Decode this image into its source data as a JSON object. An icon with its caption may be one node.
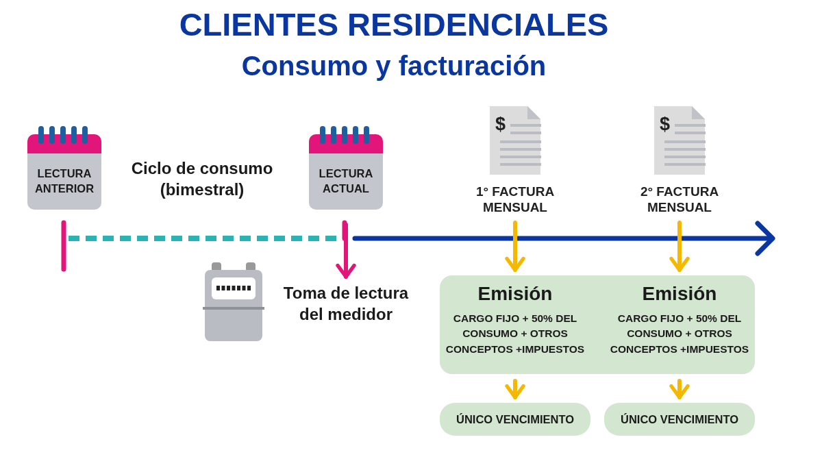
{
  "diagram": {
    "title": "CLIENTES RESIDENCIALES",
    "nodes": [
      {
        "text": [
          "LECTURA ANTERIOR"
        ]
      },
      {
        "text": [
          "LECTURA ACTUAL"
        ]
      },
      {
        "text": [
          "$",
          "1° FACTURA MENSUAL"
        ]
      },
      {
        "text": [
          "$",
          "2° FACTURA MENSUAL"
        ]
      },
      {
        "text": [
          "Toma de lectura del medidor"
        ]
      },
      {
        "text": [
          "Emisión",
          "CARGO FIJO + 50% DEL CONSUMO + OTROS CONCEPTOS +IMPUESTOS",
          "Emisión",
          "CARGO FIJO + 50% DEL CONSUMO + OTROS CONCEPTOS +IMPUESTOS"
        ]
      },
      {
        "text": [
          "ÚNICO VENCIMIENTO"
        ]
      },
      {
        "text": [
          "ÚNICO VENCIMIENTO"
        ]
      }
    ],
    "edges": [
      {
        "from": 1,
        "to": 4,
        "arrow": "to",
        "color": "#e2157a"
      },
      {
        "from": 2,
        "to": 5,
        "arrow": "to"
      },
      {
        "from": 3,
        "to": 5,
        "arrow": "to"
      },
      {
        "from": 5,
        "to": 6,
        "arrow": "to"
      },
      {
        "from": 5,
        "to": 7,
        "arrow": "to"
      }
    ],
    "labels": [
      "Consumo y facturación",
      "Ciclo de consumo (bimestral)"
    ]
  }
}
